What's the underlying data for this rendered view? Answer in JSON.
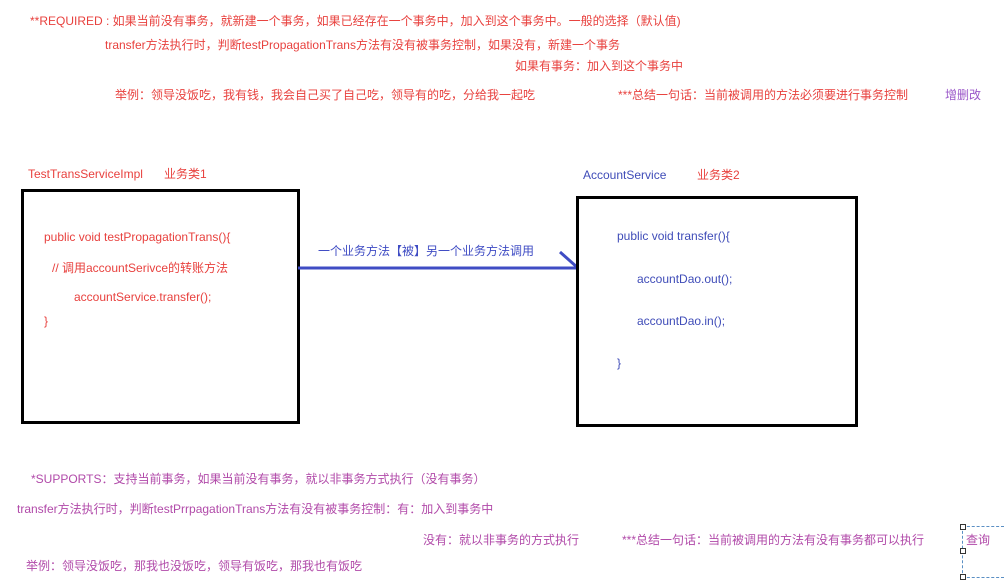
{
  "required": {
    "line1": "**REQUIRED : 如果当前没有事务，就新建一个事务，如果已经存在一个事务中，加入到这个事务中。一般的选择（默认值)",
    "line2": "transfer方法执行时，判断testPropagationTrans方法有没有被事务控制，如果没有，新建一个事务",
    "line3": "如果有事务：加入到这个事务中",
    "example": "举例：领导没饭吃，我有钱，我会自己买了自己吃，领导有的吃，分给我一起吃",
    "summary": "***总结一句话：当前被调用的方法必须要进行事务控制",
    "tag": "增删改"
  },
  "class1": {
    "name": "TestTransServiceImpl",
    "label": "业务类1",
    "code": [
      "public void testPropagationTrans(){",
      "// 调用accountSerivce的转账方法",
      "accountService.transfer();",
      "}"
    ]
  },
  "arrow": {
    "label": "一个业务方法【被】另一个业务方法调用",
    "color": "#3f4cc4"
  },
  "class2": {
    "name": "AccountService",
    "label": "业务类2",
    "code": [
      "public void transfer(){",
      "accountDao.out();",
      "accountDao.in();",
      "}"
    ]
  },
  "supports": {
    "line1": "*SUPPORTS：支持当前事务，如果当前没有事务，就以非事务方式执行（没有事务）",
    "line2": "transfer方法执行时，判断testPrrpagationTrans方法有没有被事务控制：有：加入到事务中",
    "line3": "没有：就以非事务的方式执行",
    "summary": "***总结一句话：当前被调用的方法有没有事务都可以执行",
    "tag": "查询",
    "example": "举例：领导没饭吃，那我也没饭吃，领导有饭吃，那我也有饭吃"
  },
  "colors": {
    "red": "#e8413e",
    "blue": "#3f4cb8",
    "purple": "#b14aa9",
    "box_border": "#000000"
  }
}
